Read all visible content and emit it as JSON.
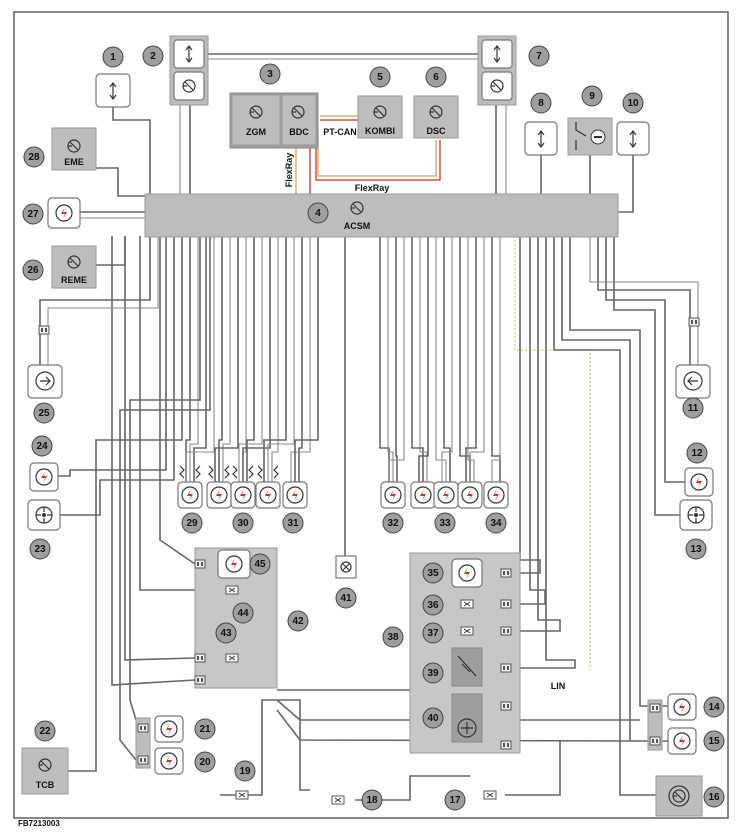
{
  "figure_code": "FB7213003",
  "labels": {
    "zgm": "ZGM",
    "bdc": "BDC",
    "pt_can": "PT-CAN",
    "kombi": "KOMBI",
    "dsc": "DSC",
    "flexray_h": "FlexRay",
    "flexray_v": "FlexRay",
    "acsm": "ACSM",
    "eme": "EME",
    "reme": "REME",
    "tcb": "TCB",
    "lin": "LIN"
  },
  "badges": [
    "1",
    "2",
    "3",
    "4",
    "5",
    "6",
    "7",
    "8",
    "9",
    "10",
    "11",
    "12",
    "13",
    "14",
    "15",
    "16",
    "17",
    "18",
    "19",
    "20",
    "21",
    "22",
    "23",
    "24",
    "25",
    "26",
    "27",
    "28",
    "29",
    "30",
    "31",
    "32",
    "33",
    "34",
    "35",
    "36",
    "37",
    "38",
    "39",
    "40",
    "41",
    "42",
    "43",
    "44",
    "45"
  ],
  "colors": {
    "flexray": "#c0392b",
    "pt_can": "#e0a050",
    "lin": "#e3c36a",
    "module": "#bdbdbd"
  }
}
